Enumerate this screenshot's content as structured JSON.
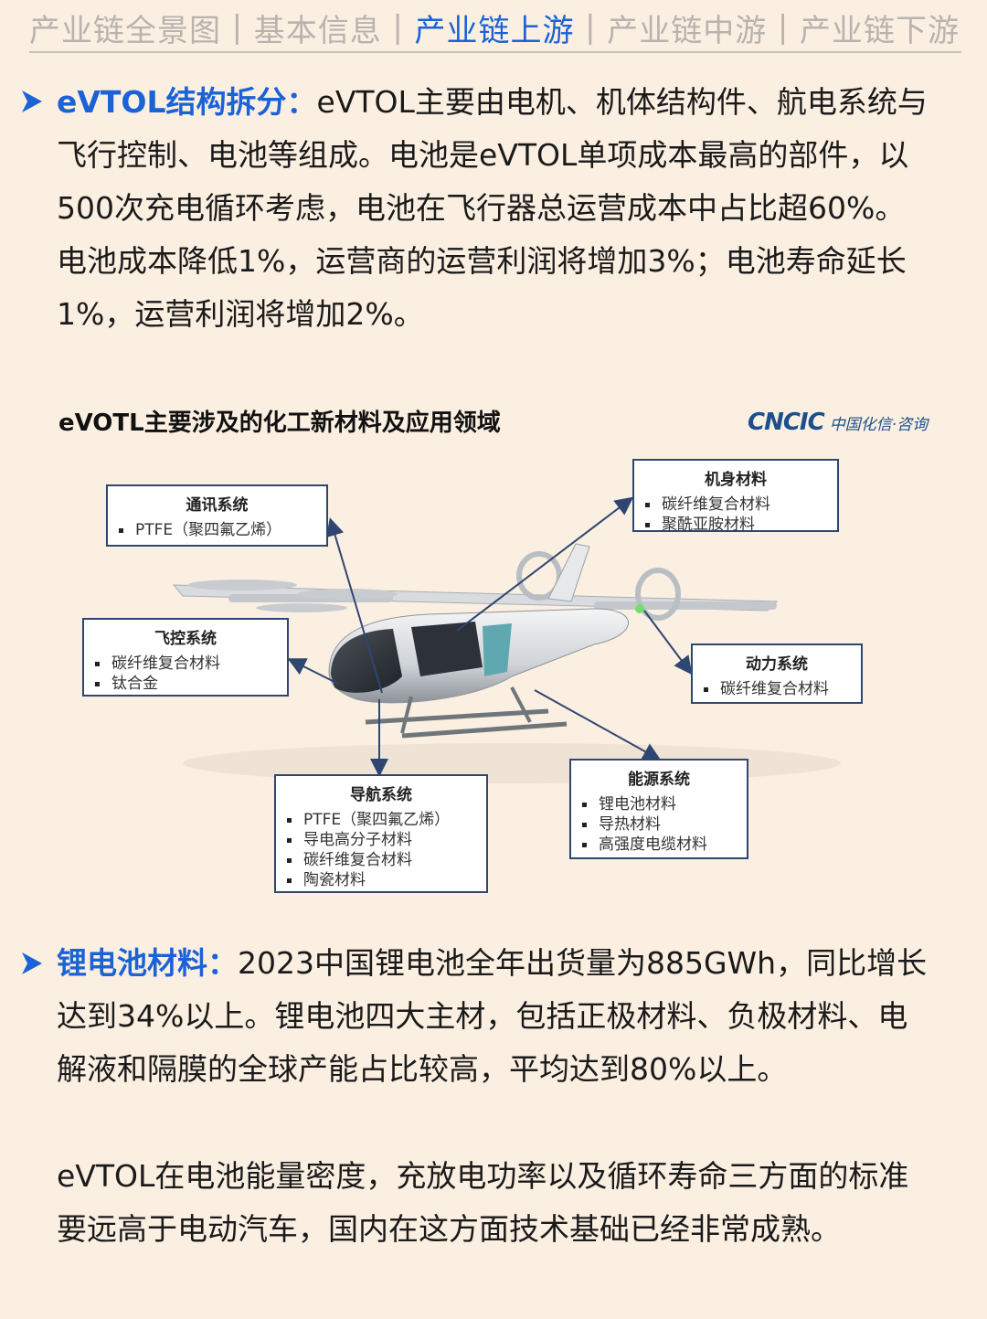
{
  "nav": {
    "tabs": [
      {
        "label": "产业链全景图",
        "active": false
      },
      {
        "label": "基本信息",
        "active": false
      },
      {
        "label": "产业链上游",
        "active": true
      },
      {
        "label": "产业链中游",
        "active": false
      },
      {
        "label": "产业链下游",
        "active": false
      }
    ],
    "separator": "|",
    "active_color": "#1b62d6",
    "inactive_color": "#b9b3ad"
  },
  "section1": {
    "heading": "eVTOL结构拆分：",
    "lines": [
      "eVTOL主要由电机、机体结构件、航电系统与",
      "飞行控制、电池等组成。电池是eVTOL单项成本最高的部件，以",
      "500次充电循环考虑，电池在飞行器总运营成本中占比超60%。",
      "电池成本降低1%，运营商的运营利润将增加3%；电池寿命延长",
      "1%，运营利润将增加2%。"
    ]
  },
  "figure": {
    "title": "eVOTL主要涉及的化工新材料及应用领域",
    "logo_text": "CNCIC",
    "logo_zh": "中国化信·咨询",
    "boxes": {
      "comm": {
        "title": "通讯系统",
        "items": [
          "PTFE（聚四氟乙烯）"
        ]
      },
      "body": {
        "title": "机身材料",
        "items": [
          "碳纤维复合材料",
          "聚酰亚胺材料"
        ]
      },
      "flight": {
        "title": "飞控系统",
        "items": [
          "碳纤维复合材料",
          "钛合金"
        ]
      },
      "power": {
        "title": "动力系统",
        "items": [
          "碳纤维复合材料"
        ]
      },
      "nav": {
        "title": "导航系统",
        "items": [
          "PTFE（聚四氟乙烯）",
          "导电高分子材料",
          "碳纤维复合材料",
          "陶瓷材料"
        ]
      },
      "energy": {
        "title": "能源系统",
        "items": [
          "锂电池材料",
          "导热材料",
          "高强度电缆材料"
        ]
      }
    }
  },
  "section2": {
    "heading": "锂电池材料：",
    "lines": [
      "2023中国锂电池全年出货量为885GWh，同比增长",
      "达到34%以上。锂电池四大主材，包括正极材料、负极材料、电",
      "解液和隔膜的全球产能占比较高，平均达到80%以上。"
    ]
  },
  "section3": {
    "lines": [
      "eVTOL在电池能量密度，充放电功率以及循环寿命三方面的标准",
      "要远高于电动汽车，国内在这方面技术基础已经非常成熟。"
    ]
  }
}
